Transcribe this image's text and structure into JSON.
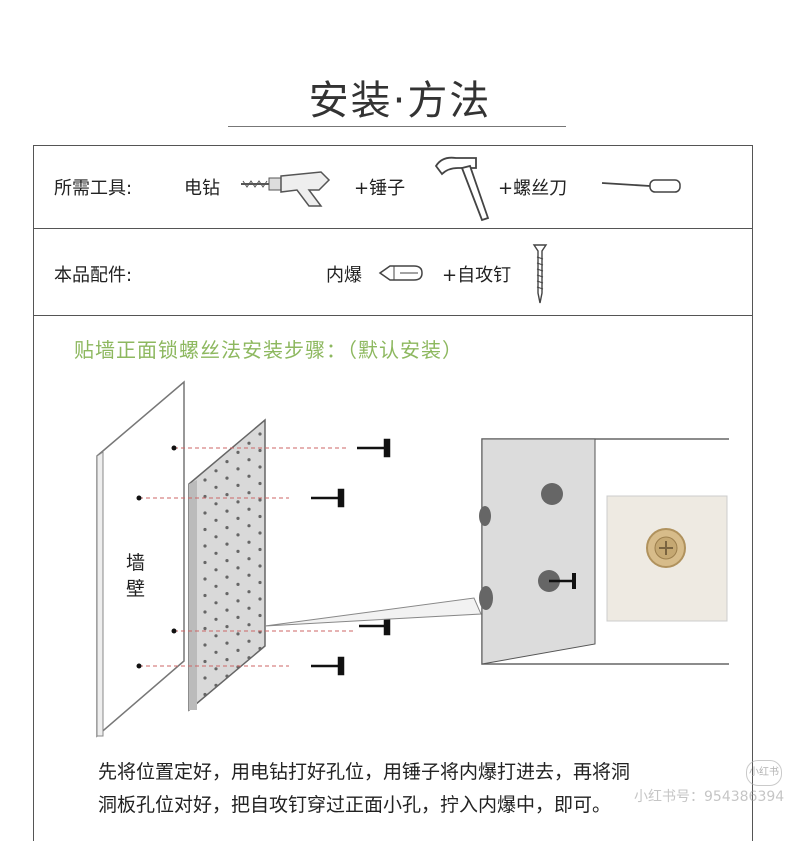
{
  "header": {
    "title": "安装·方法"
  },
  "tools": {
    "label": "所需工具:",
    "drill_label": "电钻",
    "hammer_label": "+锤子",
    "screwdriver_label": "+螺丝刀"
  },
  "parts": {
    "label": "本品配件:",
    "anchor_label": "内爆",
    "screw_label": "+自攻钉"
  },
  "steps": {
    "heading": "贴墙正面锁螺丝法安装步骤：（默认安装）",
    "wall_label_1": "墙",
    "wall_label_2": "壁",
    "line1": "先将位置定好，用电钻打好孔位，用锤子将内爆打进去，再将洞",
    "line2": "洞板孔位对好，把自攻钉穿过正面小孔，拧入内爆中，即可。"
  },
  "watermark": {
    "badge": "小红书",
    "text": "小红书号：954386394"
  },
  "colors": {
    "heading_green": "#8db85f",
    "border": "#555555",
    "pegboard": "#d9d9d9",
    "wall": "#ffffff"
  }
}
